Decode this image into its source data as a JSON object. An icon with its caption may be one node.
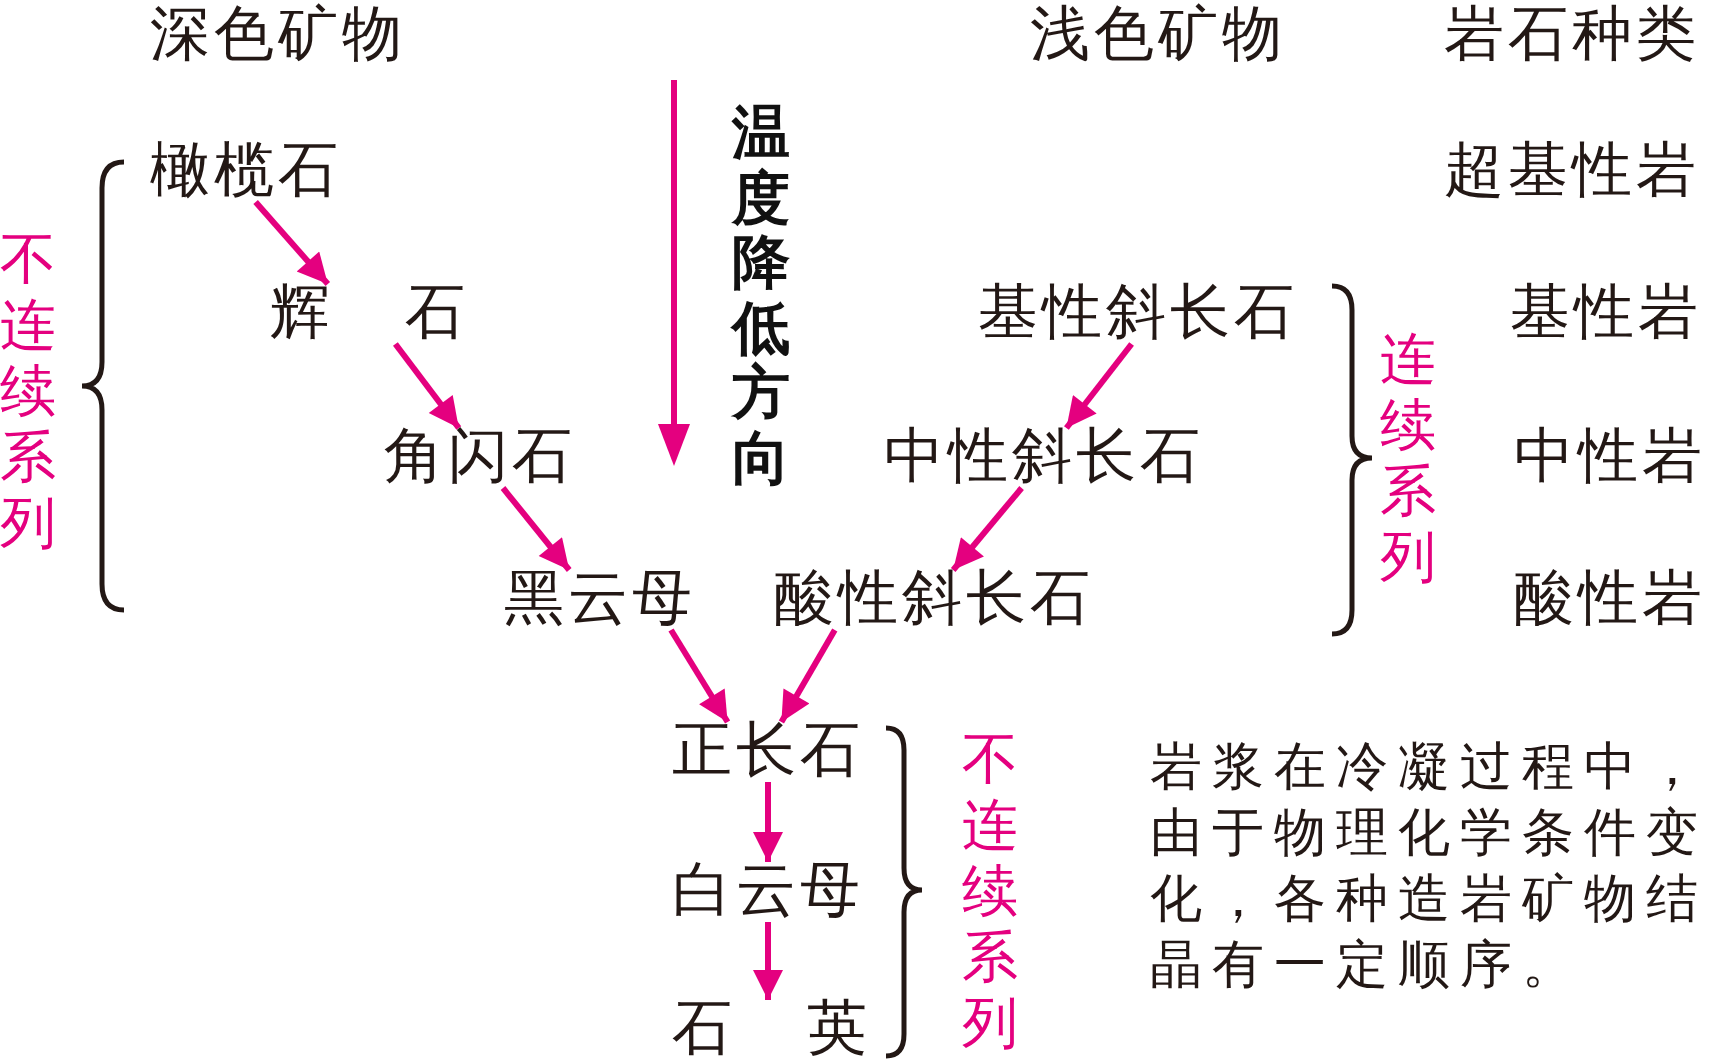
{
  "diagram": {
    "nodes": [
      {
        "text": [
          "橄榄石"
        ]
      },
      {
        "text": [
          "辉 石"
        ]
      },
      {
        "text": [
          "基性斜长石"
        ]
      },
      {
        "text": [
          "角闪石"
        ]
      },
      {
        "text": [
          "中性斜长石"
        ]
      },
      {
        "text": [
          "黑云母"
        ]
      },
      {
        "text": [
          "酸性斜长石"
        ]
      },
      {
        "text": [
          "正长石"
        ]
      },
      {
        "text": [
          "白云母"
        ]
      },
      {
        "text": [
          "石 英"
        ]
      }
    ],
    "edges": [
      {
        "from": 0,
        "to": 1,
        "arrow": "to"
      },
      {
        "from": 1,
        "to": 3,
        "arrow": "to"
      },
      {
        "from": 3,
        "to": 5,
        "arrow": "to"
      },
      {
        "from": 2,
        "to": 4,
        "arrow": "to"
      },
      {
        "from": 4,
        "to": 6,
        "arrow": "to"
      },
      {
        "from": 5,
        "to": 7,
        "arrow": "to"
      },
      {
        "from": 6,
        "to": 7,
        "arrow": "to"
      },
      {
        "from": 7,
        "to": 8,
        "arrow": "to"
      },
      {
        "from": 8,
        "to": 9,
        "arrow": "to"
      }
    ],
    "labels": [
      "深色矿物",
      "浅色矿物",
      "岩石种类",
      "温度降低方向",
      "超基性岩",
      "不连续系列",
      "基性岩",
      "连续系列",
      "中性岩",
      "酸性岩",
      "不连续系列",
      "岩浆在冷凝过程中，由于物理化学条件变化，各种造岩矿物结晶有一定顺序。"
    ]
  }
}
